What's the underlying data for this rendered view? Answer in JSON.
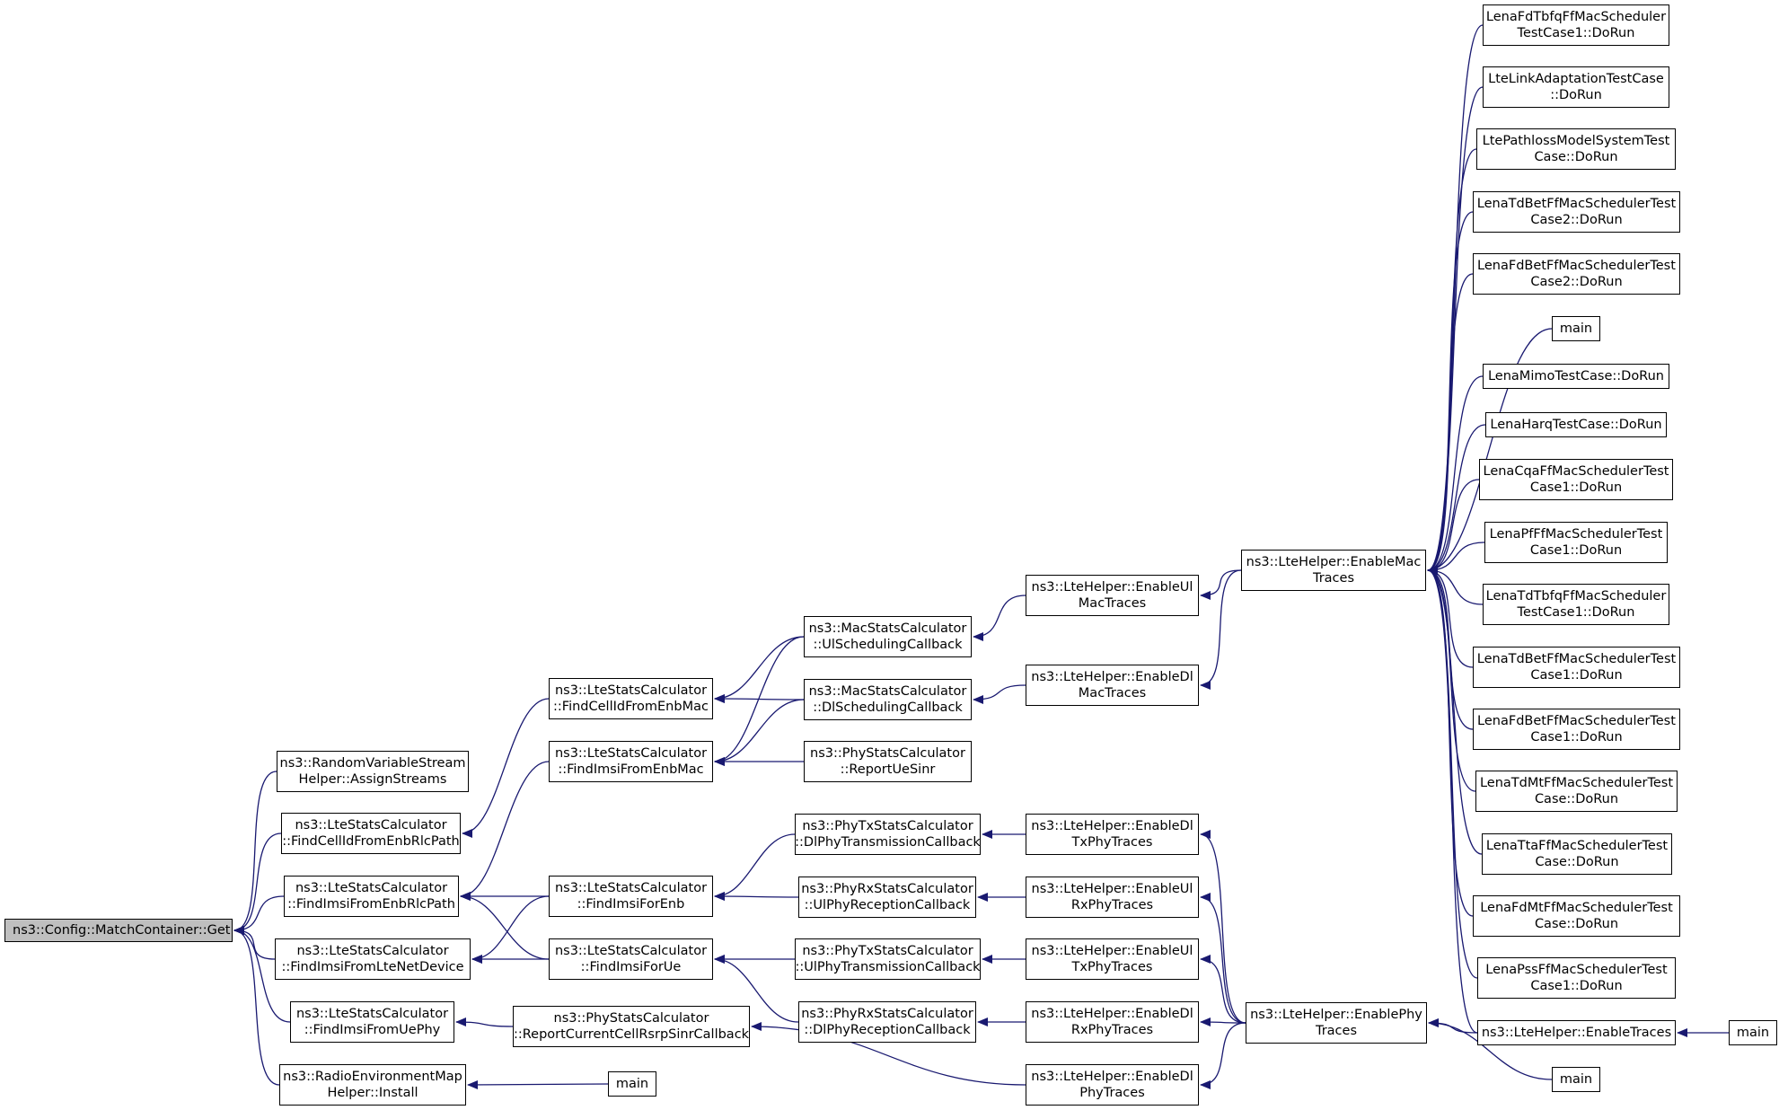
{
  "edge_color": "#191970",
  "root_fill": "#bfbfbf",
  "nodes": [
    {
      "id": "root",
      "lines": [
        "ns3::Config::MatchContainer::Get"
      ]
    },
    {
      "id": "rvs",
      "lines": [
        "ns3::RandomVariableStream",
        "Helper::AssignStreams"
      ]
    },
    {
      "id": "cellrlc",
      "lines": [
        "ns3::LteStatsCalculator",
        "::FindCellIdFromEnbRlcPath"
      ]
    },
    {
      "id": "imsirlc",
      "lines": [
        "ns3::LteStatsCalculator",
        "::FindImsiFromEnbRlcPath"
      ]
    },
    {
      "id": "imsinet",
      "lines": [
        "ns3::LteStatsCalculator",
        "::FindImsiFromLteNetDevice"
      ]
    },
    {
      "id": "imsiuephy",
      "lines": [
        "ns3::LteStatsCalculator",
        "::FindImsiFromUePhy"
      ]
    },
    {
      "id": "rem",
      "lines": [
        "ns3::RadioEnvironmentMap",
        "Helper::Install"
      ]
    },
    {
      "id": "cellmac",
      "lines": [
        "ns3::LteStatsCalculator",
        "::FindCellIdFromEnbMac"
      ]
    },
    {
      "id": "imsimac",
      "lines": [
        "ns3::LteStatsCalculator",
        "::FindImsiFromEnbMac"
      ]
    },
    {
      "id": "imsienb",
      "lines": [
        "ns3::LteStatsCalculator",
        "::FindImsiForEnb"
      ]
    },
    {
      "id": "imsiue",
      "lines": [
        "ns3::LteStatsCalculator",
        "::FindImsiForUe"
      ]
    },
    {
      "id": "rsrp",
      "lines": [
        "ns3::PhyStatsCalculator",
        "::ReportCurrentCellRsrpSinrCallback"
      ]
    },
    {
      "id": "main_rem",
      "lines": [
        "main"
      ]
    },
    {
      "id": "ulsched",
      "lines": [
        "ns3::MacStatsCalculator",
        "::UlSchedulingCallback"
      ]
    },
    {
      "id": "dlsched",
      "lines": [
        "ns3::MacStatsCalculator",
        "::DlSchedulingCallback"
      ]
    },
    {
      "id": "uesinr",
      "lines": [
        "ns3::PhyStatsCalculator",
        "::ReportUeSinr"
      ]
    },
    {
      "id": "dltx",
      "lines": [
        "ns3::PhyTxStatsCalculator",
        "::DlPhyTransmissionCallback"
      ]
    },
    {
      "id": "ulrx",
      "lines": [
        "ns3::PhyRxStatsCalculator",
        "::UlPhyReceptionCallback"
      ]
    },
    {
      "id": "ultx",
      "lines": [
        "ns3::PhyTxStatsCalculator",
        "::UlPhyTransmissionCallback"
      ]
    },
    {
      "id": "dlrx",
      "lines": [
        "ns3::PhyRxStatsCalculator",
        "::DlPhyReceptionCallback"
      ]
    },
    {
      "id": "enulmac",
      "lines": [
        "ns3::LteHelper::EnableUl",
        "MacTraces"
      ]
    },
    {
      "id": "endlmac",
      "lines": [
        "ns3::LteHelper::EnableDl",
        "MacTraces"
      ]
    },
    {
      "id": "endltx",
      "lines": [
        "ns3::LteHelper::EnableDl",
        "TxPhyTraces"
      ]
    },
    {
      "id": "enulrx",
      "lines": [
        "ns3::LteHelper::EnableUl",
        "RxPhyTraces"
      ]
    },
    {
      "id": "enultx",
      "lines": [
        "ns3::LteHelper::EnableUl",
        "TxPhyTraces"
      ]
    },
    {
      "id": "endlrx",
      "lines": [
        "ns3::LteHelper::EnableDl",
        "RxPhyTraces"
      ]
    },
    {
      "id": "endlphy",
      "lines": [
        "ns3::LteHelper::EnableDl",
        "PhyTraces"
      ]
    },
    {
      "id": "enmac",
      "lines": [
        "ns3::LteHelper::EnableMac",
        "Traces"
      ]
    },
    {
      "id": "enphy",
      "lines": [
        "ns3::LteHelper::EnablePhy",
        "Traces"
      ]
    },
    {
      "id": "t1",
      "lines": [
        "LenaFdTbfqFfMacScheduler",
        "TestCase1::DoRun"
      ]
    },
    {
      "id": "t2",
      "lines": [
        "LteLinkAdaptationTestCase",
        "::DoRun"
      ]
    },
    {
      "id": "t3",
      "lines": [
        "LtePathlossModelSystemTest",
        "Case::DoRun"
      ]
    },
    {
      "id": "t4",
      "lines": [
        "LenaTdBetFfMacSchedulerTest",
        "Case2::DoRun"
      ]
    },
    {
      "id": "t5",
      "lines": [
        "LenaFdBetFfMacSchedulerTest",
        "Case2::DoRun"
      ]
    },
    {
      "id": "t6",
      "lines": [
        "main"
      ]
    },
    {
      "id": "t7",
      "lines": [
        "LenaMimoTestCase::DoRun"
      ]
    },
    {
      "id": "t8",
      "lines": [
        "LenaHarqTestCase::DoRun"
      ]
    },
    {
      "id": "t9",
      "lines": [
        "LenaCqaFfMacSchedulerTest",
        "Case1::DoRun"
      ]
    },
    {
      "id": "t10",
      "lines": [
        "LenaPfFfMacSchedulerTest",
        "Case1::DoRun"
      ]
    },
    {
      "id": "t11",
      "lines": [
        "LenaTdTbfqFfMacScheduler",
        "TestCase1::DoRun"
      ]
    },
    {
      "id": "t12",
      "lines": [
        "LenaTdBetFfMacSchedulerTest",
        "Case1::DoRun"
      ]
    },
    {
      "id": "t13",
      "lines": [
        "LenaFdBetFfMacSchedulerTest",
        "Case1::DoRun"
      ]
    },
    {
      "id": "t14",
      "lines": [
        "LenaTdMtFfMacSchedulerTest",
        "Case::DoRun"
      ]
    },
    {
      "id": "t15",
      "lines": [
        "LenaTtaFfMacSchedulerTest",
        "Case::DoRun"
      ]
    },
    {
      "id": "t16",
      "lines": [
        "LenaFdMtFfMacSchedulerTest",
        "Case::DoRun"
      ]
    },
    {
      "id": "t17",
      "lines": [
        "LenaPssFfMacSchedulerTest",
        "Case1::DoRun"
      ]
    },
    {
      "id": "entraces",
      "lines": [
        "ns3::LteHelper::EnableTraces"
      ]
    },
    {
      "id": "main_tr",
      "lines": [
        "main"
      ]
    },
    {
      "id": "main_phy",
      "lines": [
        "main"
      ]
    }
  ],
  "edges": [
    [
      "rvs",
      "root"
    ],
    [
      "cellrlc",
      "root"
    ],
    [
      "imsirlc",
      "root"
    ],
    [
      "imsinet",
      "root"
    ],
    [
      "imsiuephy",
      "root"
    ],
    [
      "rem",
      "root"
    ],
    [
      "cellmac",
      "cellrlc"
    ],
    [
      "imsimac",
      "imsirlc"
    ],
    [
      "imsienb",
      "imsirlc"
    ],
    [
      "imsiue",
      "imsirlc"
    ],
    [
      "imsienb",
      "imsinet"
    ],
    [
      "imsiue",
      "imsinet"
    ],
    [
      "rsrp",
      "imsiuephy"
    ],
    [
      "main_rem",
      "rem"
    ],
    [
      "ulsched",
      "cellmac"
    ],
    [
      "dlsched",
      "cellmac"
    ],
    [
      "ulsched",
      "imsimac"
    ],
    [
      "dlsched",
      "imsimac"
    ],
    [
      "uesinr",
      "imsimac"
    ],
    [
      "dltx",
      "imsienb"
    ],
    [
      "ulrx",
      "imsienb"
    ],
    [
      "ultx",
      "imsiue"
    ],
    [
      "dlrx",
      "imsiue"
    ],
    [
      "enulmac",
      "ulsched"
    ],
    [
      "endlmac",
      "dlsched"
    ],
    [
      "endltx",
      "dltx"
    ],
    [
      "enulrx",
      "ulrx"
    ],
    [
      "enultx",
      "ultx"
    ],
    [
      "endlrx",
      "dlrx"
    ],
    [
      "endlphy",
      "rsrp"
    ],
    [
      "enmac",
      "enulmac"
    ],
    [
      "enmac",
      "endlmac"
    ],
    [
      "enphy",
      "endltx"
    ],
    [
      "enphy",
      "enulrx"
    ],
    [
      "enphy",
      "enultx"
    ],
    [
      "enphy",
      "endlrx"
    ],
    [
      "enphy",
      "endlphy"
    ],
    [
      "t1",
      "enmac"
    ],
    [
      "t2",
      "enmac"
    ],
    [
      "t3",
      "enmac"
    ],
    [
      "t4",
      "enmac"
    ],
    [
      "t5",
      "enmac"
    ],
    [
      "t6",
      "enmac"
    ],
    [
      "t7",
      "enmac"
    ],
    [
      "t8",
      "enmac"
    ],
    [
      "t9",
      "enmac"
    ],
    [
      "t10",
      "enmac"
    ],
    [
      "t11",
      "enmac"
    ],
    [
      "t12",
      "enmac"
    ],
    [
      "t13",
      "enmac"
    ],
    [
      "t14",
      "enmac"
    ],
    [
      "t15",
      "enmac"
    ],
    [
      "t16",
      "enmac"
    ],
    [
      "t17",
      "enmac"
    ],
    [
      "entraces",
      "enmac"
    ],
    [
      "entraces",
      "enphy"
    ],
    [
      "main_phy",
      "enphy"
    ],
    [
      "main_tr",
      "entraces"
    ]
  ]
}
